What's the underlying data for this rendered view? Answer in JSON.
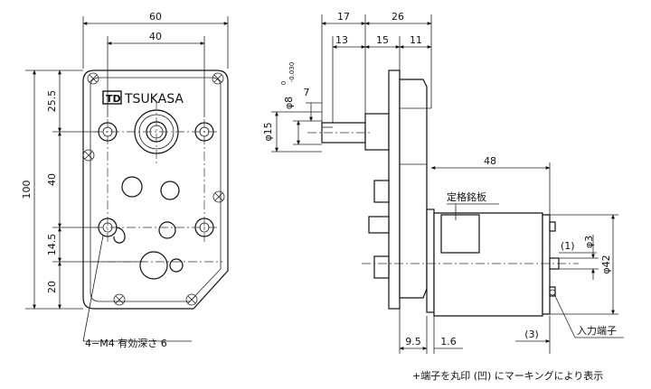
{
  "drawing": {
    "brand": "TSUKASA",
    "logo_mark": "TD",
    "front_view": {
      "dims": {
        "overall_width": "60",
        "hole_pitch_width": "40",
        "overall_height": "100",
        "v_25_5": "25.5",
        "v_40": "40",
        "v_14_5": "14.5",
        "v_20": "20"
      },
      "hole_note": "4−M4 有効深さ 6"
    },
    "side_view": {
      "dims": {
        "d17": "17",
        "d26": "26",
        "d13": "13",
        "d15": "15",
        "d11": "11",
        "d7": "7",
        "shaft_dia": "φ8",
        "tol_upper": "0",
        "tol_lower": "-0.030",
        "phi15": "φ15",
        "d48": "48",
        "p1": "(1)",
        "phi3": "φ3",
        "phi42": "φ42",
        "d9_5": "9.5",
        "d1_6": "1.6",
        "p3": "(3)"
      },
      "nameplate_label": "定格銘板",
      "terminal_label": "入力端子"
    },
    "footnote": "+端子を丸印 (凹) にマーキングにより表示"
  }
}
